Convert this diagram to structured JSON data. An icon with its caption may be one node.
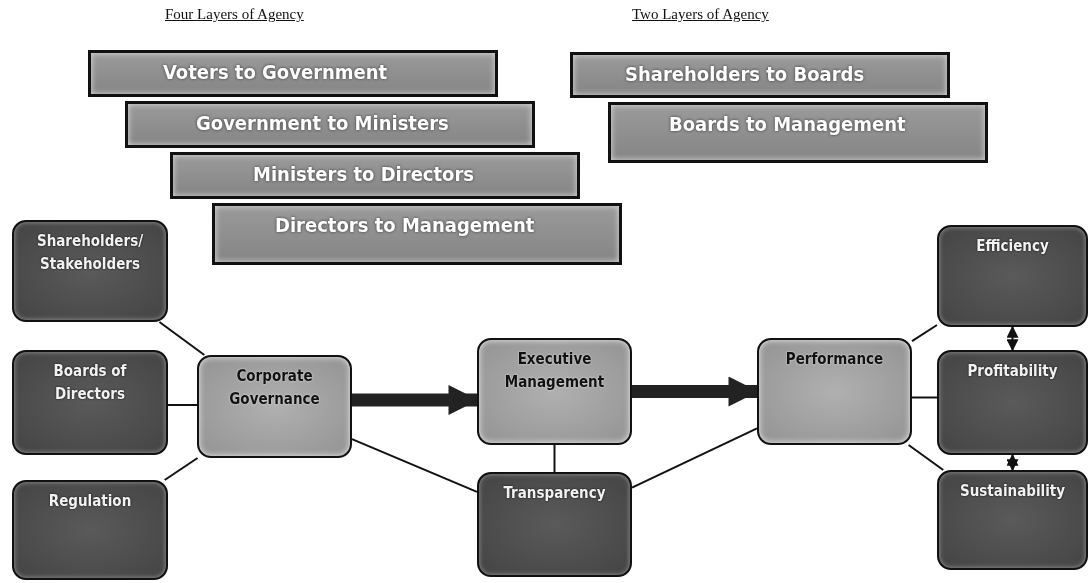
{
  "diagram": {
    "nodes": [
      {
        "text": [
          "Voters to Government"
        ]
      },
      {
        "text": [
          "Government to Ministers"
        ]
      },
      {
        "text": [
          "Ministers to Directors"
        ]
      },
      {
        "text": [
          "Directors to Management"
        ]
      },
      {
        "text": [
          "Shareholders to Boards"
        ]
      },
      {
        "text": [
          "Boards to Management"
        ]
      },
      {
        "text": [
          "Shareholders/ Stakeholders"
        ]
      },
      {
        "text": [
          "Boards of Directors"
        ]
      },
      {
        "text": [
          "Regulation"
        ]
      },
      {
        "text": [
          "Corporate Governance"
        ]
      },
      {
        "text": [
          "Executive Management"
        ]
      },
      {
        "text": [
          "Transparency"
        ]
      },
      {
        "text": [
          "Performance"
        ]
      },
      {
        "text": [
          "Efficiency"
        ]
      },
      {
        "text": [
          "Profitability"
        ]
      },
      {
        "text": [
          "Sustainability"
        ]
      }
    ],
    "edges": [
      {
        "from": 6,
        "to": 9,
        "arrow": "none"
      },
      {
        "from": 7,
        "to": 9,
        "arrow": "none"
      },
      {
        "from": 8,
        "to": 9,
        "arrow": "none"
      },
      {
        "from": 9,
        "to": 10,
        "arrow": "to",
        "style": "thick"
      },
      {
        "from": 10,
        "to": 12,
        "arrow": "to",
        "style": "thick"
      },
      {
        "from": 9,
        "to": 11,
        "arrow": "none"
      },
      {
        "from": 10,
        "to": 11,
        "arrow": "none"
      },
      {
        "from": 11,
        "to": 12,
        "arrow": "none"
      },
      {
        "from": 12,
        "to": 13,
        "arrow": "none"
      },
      {
        "from": 12,
        "to": 14,
        "arrow": "none"
      },
      {
        "from": 12,
        "to": 15,
        "arrow": "none"
      },
      {
        "from": 13,
        "to": 14,
        "arrow": "both"
      },
      {
        "from": 14,
        "to": 15,
        "arrow": "both"
      }
    ],
    "labels": [
      "Four Layers of Agency",
      "Two Layers of Agency"
    ]
  }
}
